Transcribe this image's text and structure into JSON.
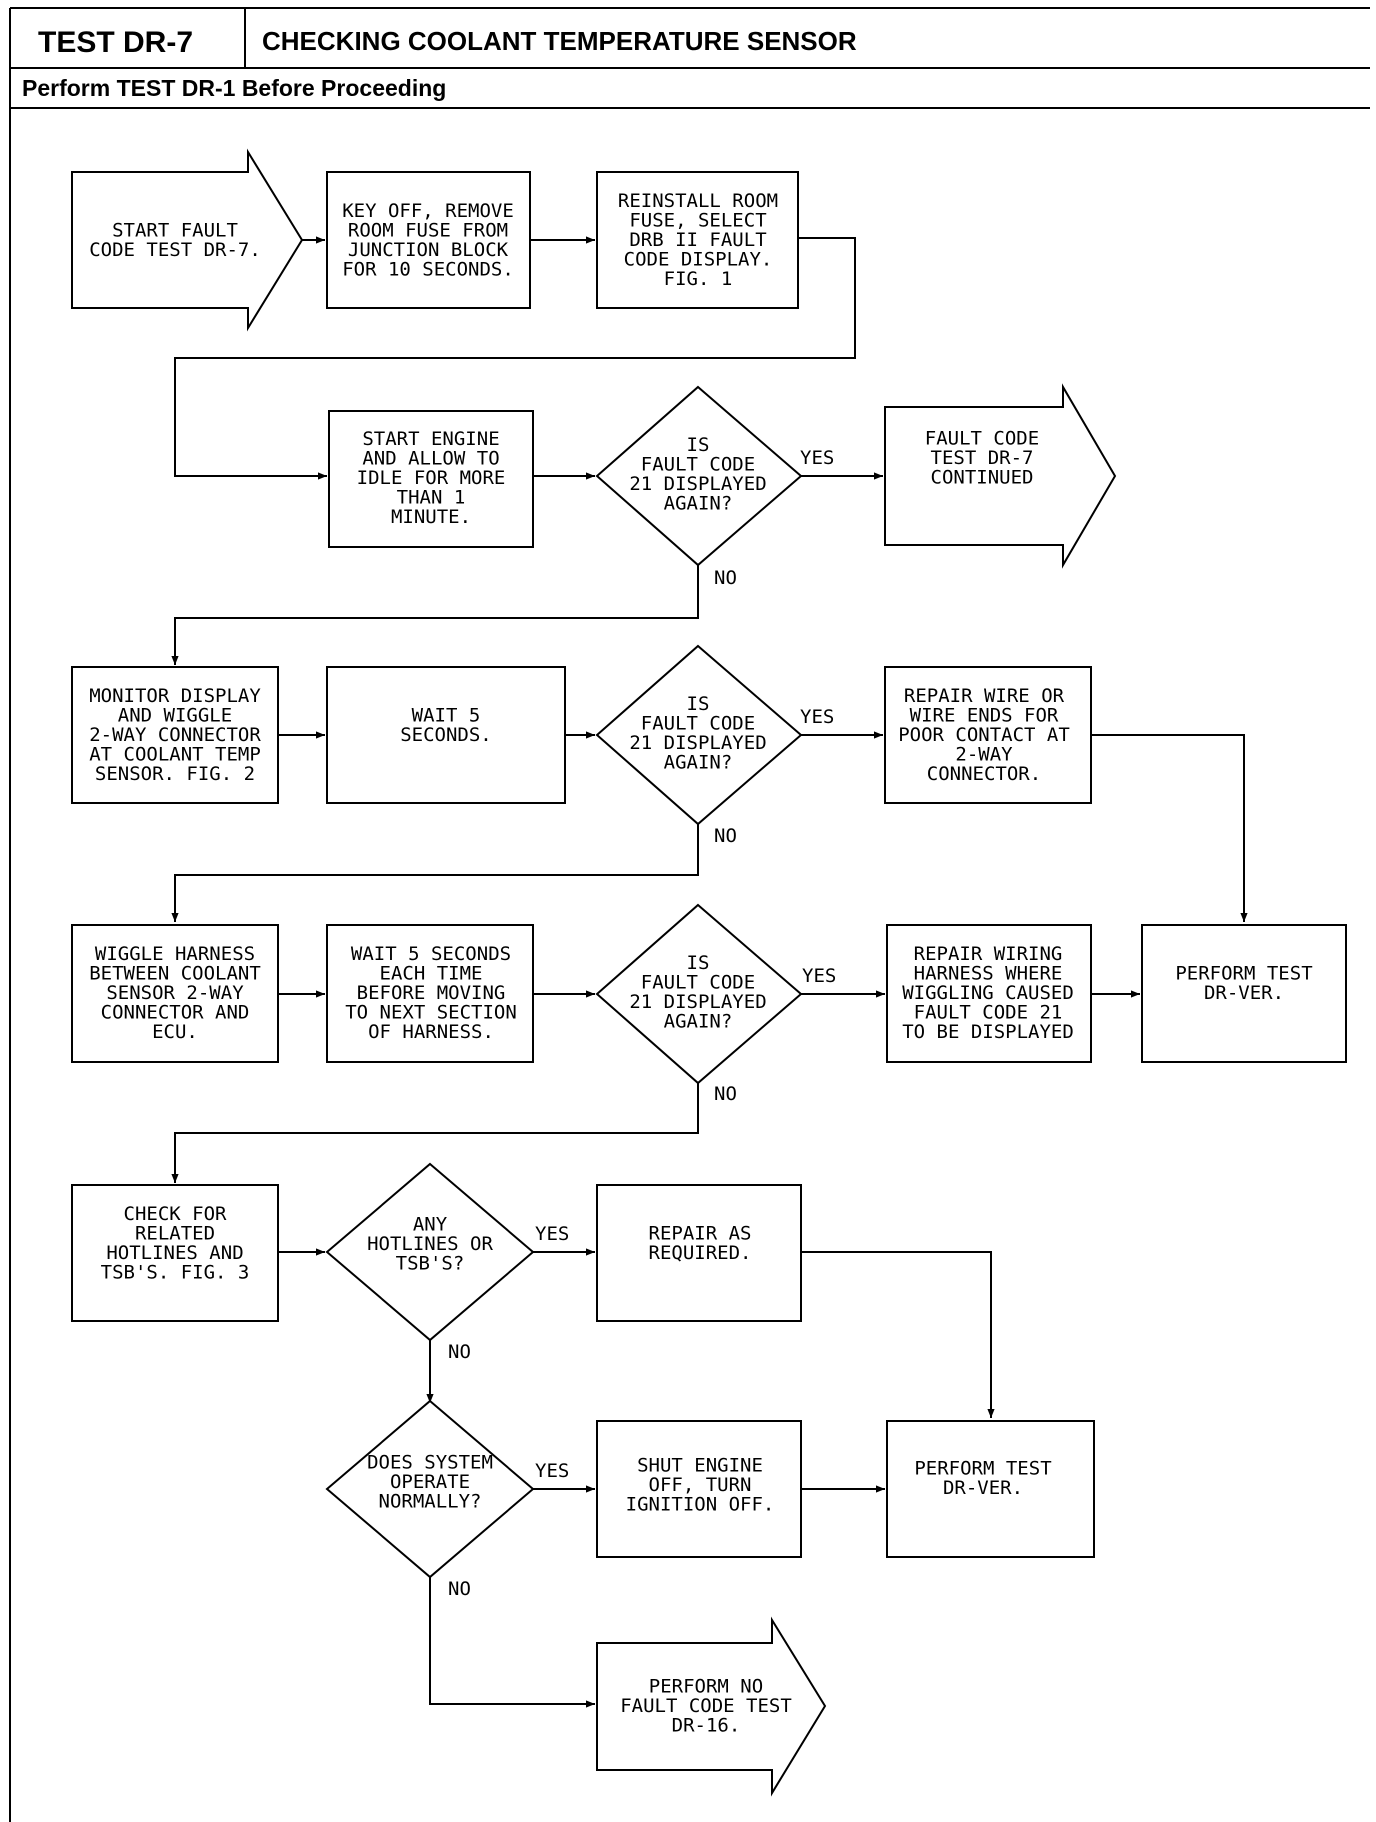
{
  "header": {
    "test_id": "TEST DR-7",
    "title": "CHECKING COOLANT TEMPERATURE SENSOR",
    "subtitle": "Perform TEST DR-1 Before Proceeding"
  },
  "nodes": {
    "start": [
      "START FAULT",
      "CODE TEST DR-7."
    ],
    "key_off": [
      "KEY OFF, REMOVE",
      "ROOM FUSE FROM",
      "JUNCTION BLOCK",
      "FOR 10 SECONDS."
    ],
    "reinstall": [
      "REINSTALL ROOM",
      "FUSE, SELECT",
      "DRB II FAULT",
      "CODE DISPLAY.",
      "FIG. 1"
    ],
    "start_engine": [
      "START ENGINE",
      "AND ALLOW TO",
      "IDLE FOR MORE",
      "THAN 1",
      "MINUTE."
    ],
    "decision1": [
      "IS",
      "FAULT CODE",
      "21 DISPLAYED",
      "AGAIN?"
    ],
    "continued": [
      "FAULT CODE",
      "TEST DR-7",
      "CONTINUED"
    ],
    "monitor": [
      "MONITOR DISPLAY",
      "AND WIGGLE",
      "2-WAY CONNECTOR",
      "AT COOLANT TEMP",
      "SENSOR. FIG. 2"
    ],
    "wait5": [
      "WAIT 5",
      "SECONDS."
    ],
    "decision2": [
      "IS",
      "FAULT CODE",
      "21 DISPLAYED",
      "AGAIN?"
    ],
    "repair_wire": [
      "REPAIR WIRE OR",
      "WIRE ENDS FOR",
      "POOR CONTACT AT",
      "2-WAY",
      "CONNECTOR."
    ],
    "wiggle": [
      "WIGGLE HARNESS",
      "BETWEEN COOLANT",
      "SENSOR 2-WAY",
      "CONNECTOR AND",
      "ECU."
    ],
    "wait_each": [
      "WAIT 5 SECONDS",
      "EACH TIME",
      "BEFORE MOVING",
      "TO NEXT SECTION",
      "OF HARNESS."
    ],
    "decision3": [
      "IS",
      "FAULT CODE",
      "21 DISPLAYED",
      "AGAIN?"
    ],
    "repair_harness": [
      "REPAIR WIRING",
      "HARNESS WHERE",
      "WIGGLING CAUSED",
      "FAULT CODE 21",
      "TO BE DISPLAYED"
    ],
    "perform_ver1": [
      "PERFORM TEST",
      "DR-VER."
    ],
    "check_hotlines": [
      "CHECK FOR",
      "RELATED",
      "HOTLINES AND",
      "TSB'S. FIG. 3"
    ],
    "decision4": [
      "ANY",
      "HOTLINES OR",
      "TSB'S?"
    ],
    "repair_required": [
      "REPAIR AS",
      "REQUIRED."
    ],
    "decision5": [
      "DOES SYSTEM",
      "OPERATE",
      "NORMALLY?"
    ],
    "shut_engine": [
      "SHUT ENGINE",
      "OFF, TURN",
      "IGNITION OFF."
    ],
    "perform_ver2": [
      "PERFORM TEST",
      "DR-VER."
    ],
    "perform_no_fault": [
      "PERFORM NO",
      "FAULT CODE TEST",
      "DR-16."
    ]
  },
  "edge_labels": {
    "yes": "YES",
    "no": "NO"
  }
}
